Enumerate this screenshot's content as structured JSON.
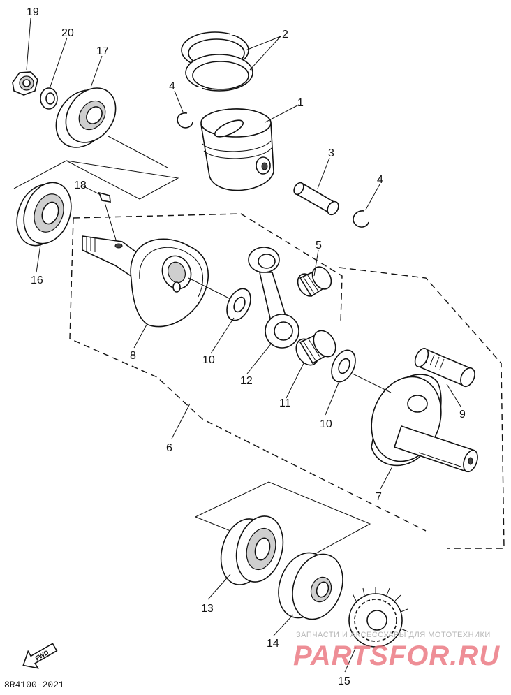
{
  "diagram_code": "8R4100-2021",
  "fwd_label": "FWD",
  "watermark": {
    "caption": "ЗАПЧАСТИ И АКСЕССУАРЫ ДЛЯ МОТОТЕХНИКИ",
    "brand": "PARTSFOR.RU"
  },
  "callouts": {
    "c1": "1",
    "c2": "2",
    "c3": "3",
    "c4a": "4",
    "c4b": "4",
    "c5": "5",
    "c6": "6",
    "c7": "7",
    "c8": "8",
    "c9": "9",
    "c10a": "10",
    "c10b": "10",
    "c11": "11",
    "c12": "12",
    "c13": "13",
    "c14": "14",
    "c15": "15",
    "c16": "16",
    "c17": "17",
    "c18": "18",
    "c19": "19",
    "c20": "20"
  }
}
